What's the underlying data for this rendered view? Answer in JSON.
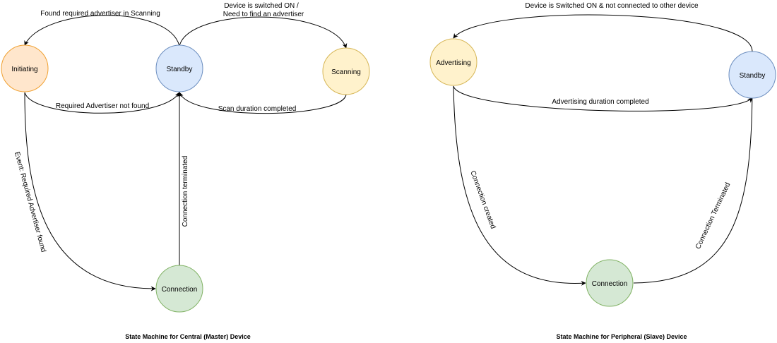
{
  "central": {
    "states": {
      "initiating": "Initiating",
      "standby": "Standby",
      "scanning": "Scanning",
      "connection": "Connection"
    },
    "transitions": {
      "found_advertiser": "Found required advertiser in Scanning",
      "device_on_line1": "Device is switched ON /",
      "device_on_line2": "Need to find an advertiser",
      "advertiser_not_found": "Required Advertiser not found",
      "scan_completed": "Scan duration completed",
      "event_found": "Event: Required Advertiser found",
      "connection_terminated": "Connection terminated"
    },
    "caption": "State Machine for Central (Master) Device"
  },
  "peripheral": {
    "states": {
      "advertising": "Advertising",
      "standby": "Standby",
      "connection": "Connection"
    },
    "transitions": {
      "device_on": "Device is Switched ON & not connected to other device",
      "advertising_completed": "Advertising duration completed",
      "connection_created": "Connection created",
      "connection_terminated": "Connection Terminated"
    },
    "caption": "State Machine for Peripheral (Slave) Device"
  },
  "colors": {
    "initiating_fill": "#ffe6cc",
    "initiating_stroke": "#f0a030",
    "standby_fill": "#dae8fc",
    "standby_stroke": "#6c8ebf",
    "scanning_fill": "#fff2cc",
    "scanning_stroke": "#d6b656",
    "connection_fill": "#d5e8d4",
    "connection_stroke": "#82b366"
  }
}
